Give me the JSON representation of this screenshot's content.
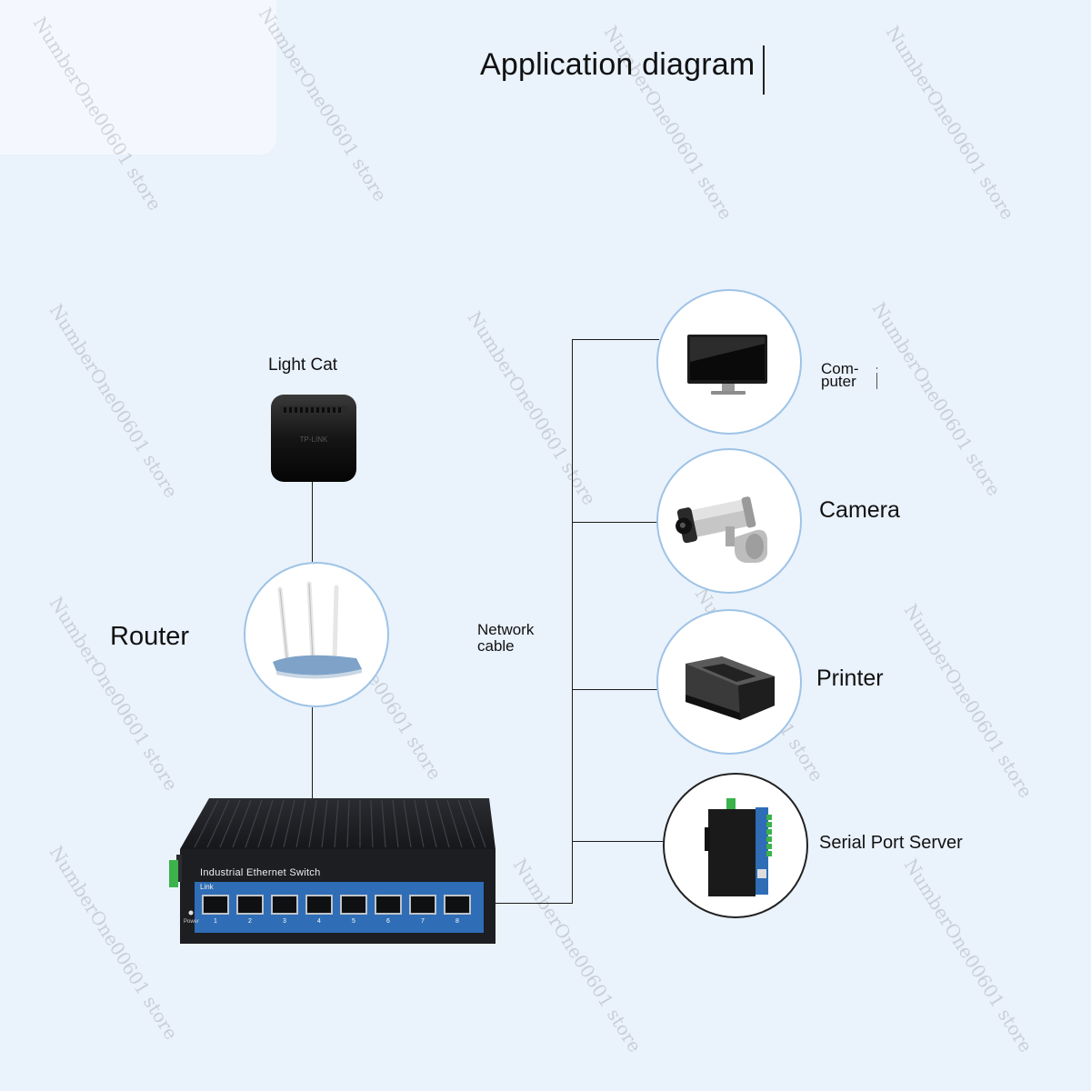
{
  "title": "Application diagram",
  "labels": {
    "light_cat": "Light Cat",
    "router": "Router",
    "network_cable": "Network\ncable",
    "computer": "Com-\nputer",
    "camera": "Camera",
    "printer": "Printer",
    "serial_port_server": "Serial Port Server"
  },
  "switch": {
    "title": "Industrial Ethernet Switch",
    "link_label": "Link",
    "power_label": "Power",
    "port_numbers": [
      "1",
      "2",
      "3",
      "4",
      "5",
      "6",
      "7",
      "8"
    ]
  },
  "modem": {
    "brand": "TP-LINK"
  },
  "watermark": "NumberOne00601 store",
  "colors": {
    "background": "#eaf2fc",
    "circle_border": "#9ec3e6",
    "switch_body": "#1c1e22",
    "switch_panel": "#2f6db6",
    "wire": "#1a1a1a"
  }
}
